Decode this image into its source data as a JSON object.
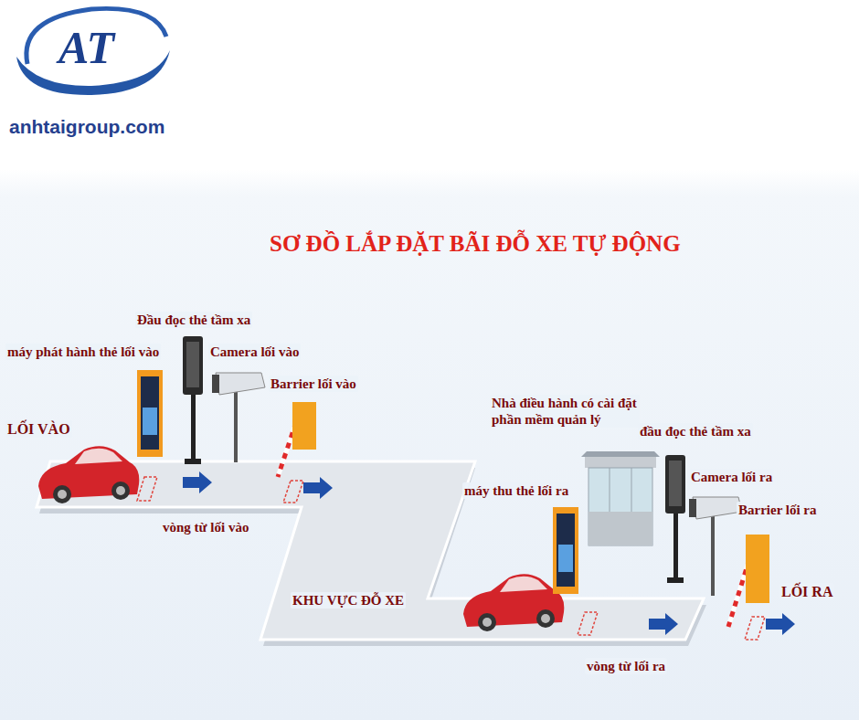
{
  "diagram": {
    "title": "SƠ ĐỒ LẮP ĐẶT BÃI ĐỖ XE TỰ ĐỘNG",
    "labels": [
      "anhtaigroup.com",
      "AT",
      "Đầu đọc thẻ tầm xa",
      "máy phát hành thẻ lối vào",
      "Camera lối vào",
      "Barrier lối vào",
      "LỐI VÀO",
      "vòng từ lối vào",
      "Nhà điều hành có cài đặt phần mềm quản lý",
      "đầu đọc thẻ tầm xa",
      "máy thu thẻ lối ra",
      "Camera lối ra",
      "Barrier lối ra",
      "LỐI RA",
      "KHU VỰC ĐỖ XE",
      "vòng từ lối ra"
    ]
  }
}
